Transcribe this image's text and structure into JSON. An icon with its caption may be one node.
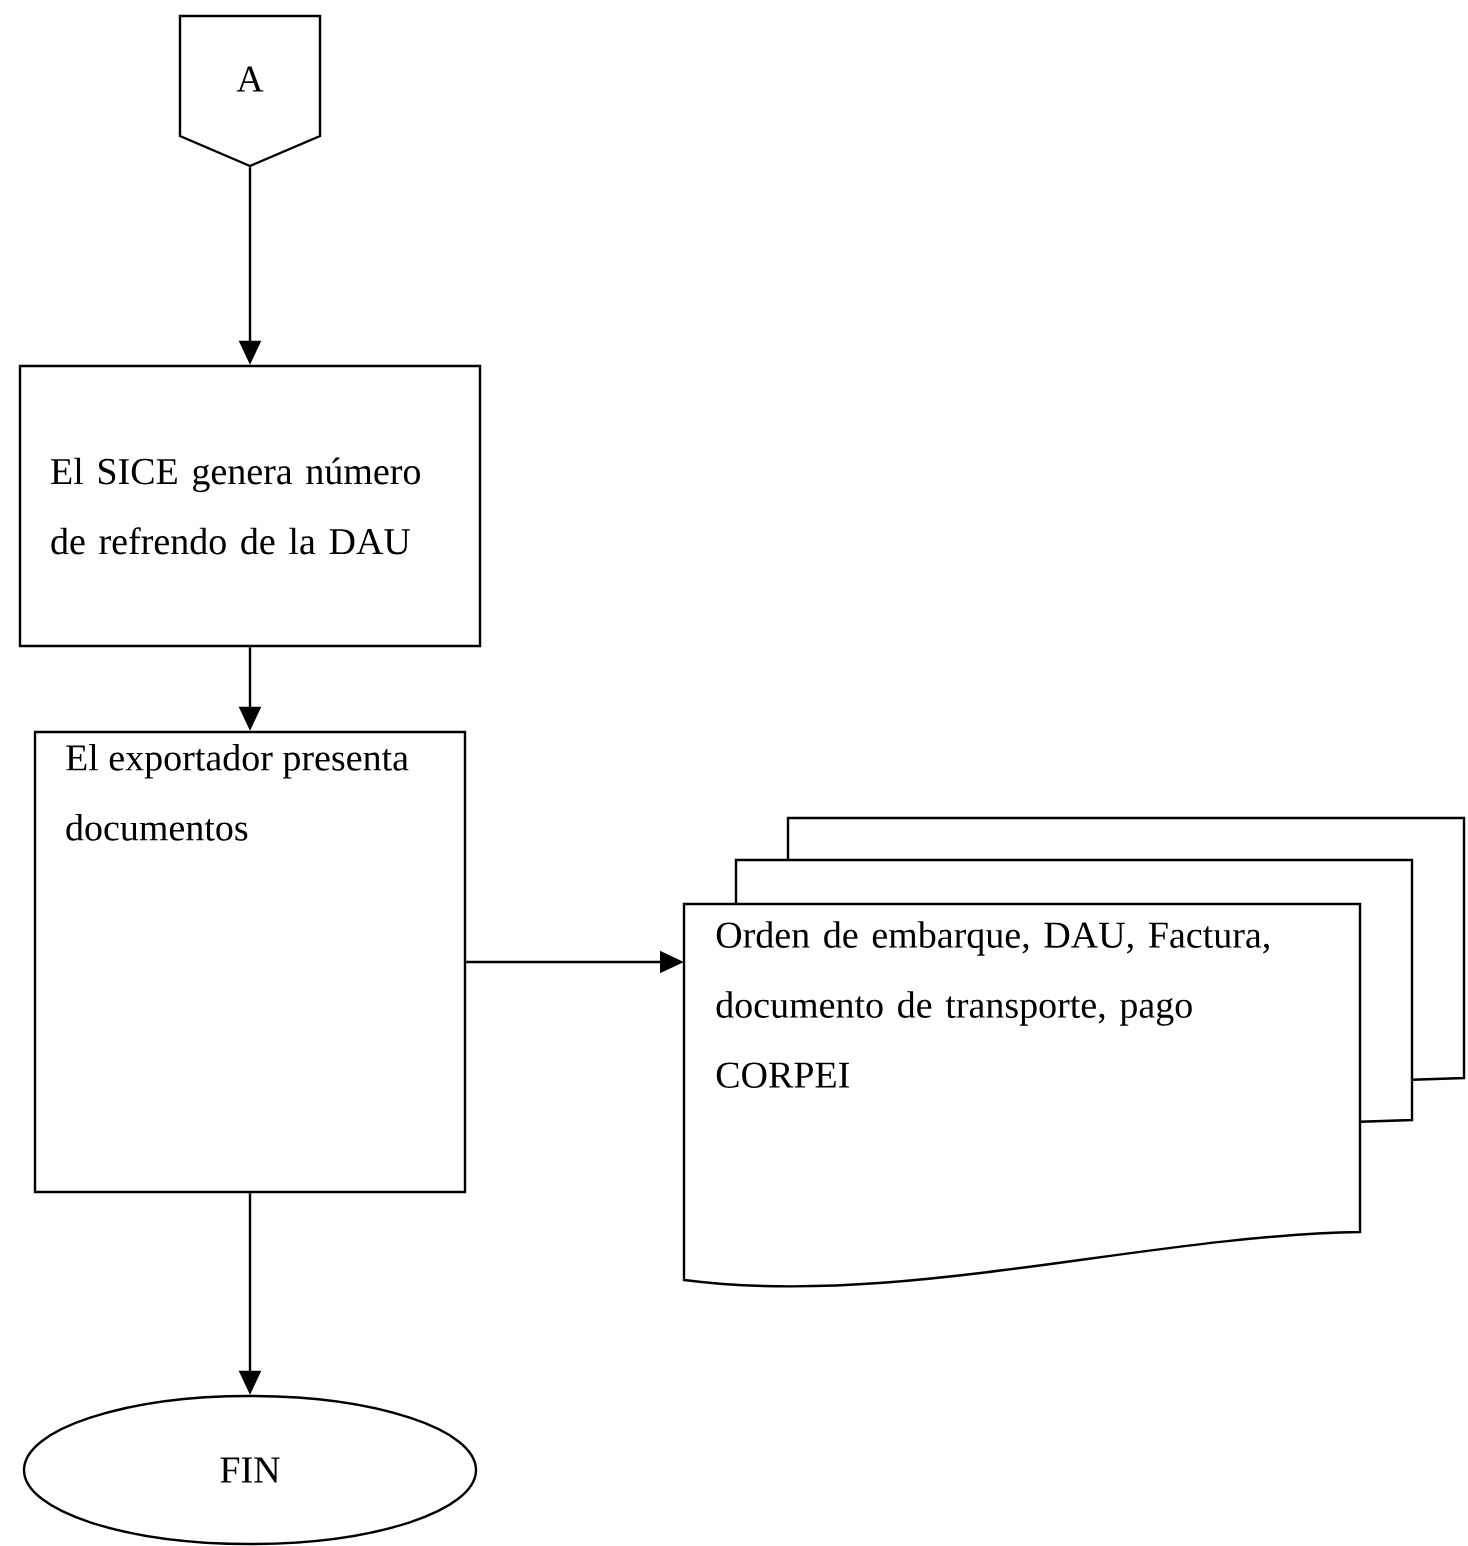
{
  "diagram": {
    "nodes": [
      {
        "text": [
          "A"
        ]
      },
      {
        "text": [
          "El SICE genera número de refrendo de la DAU"
        ]
      },
      {
        "text": [
          "El exportador presenta documentos"
        ]
      },
      {
        "text": [
          "Orden de embarque, DAU, Factura, documento de transporte, pago CORPEI"
        ]
      },
      {
        "text": [
          "FIN"
        ]
      }
    ],
    "edges": [
      {
        "from": 0,
        "to": 1,
        "arrow": "to"
      },
      {
        "from": 1,
        "to": 2,
        "arrow": "to"
      },
      {
        "from": 2,
        "to": 3,
        "arrow": "to"
      },
      {
        "from": 2,
        "to": 4,
        "arrow": "to"
      }
    ]
  }
}
